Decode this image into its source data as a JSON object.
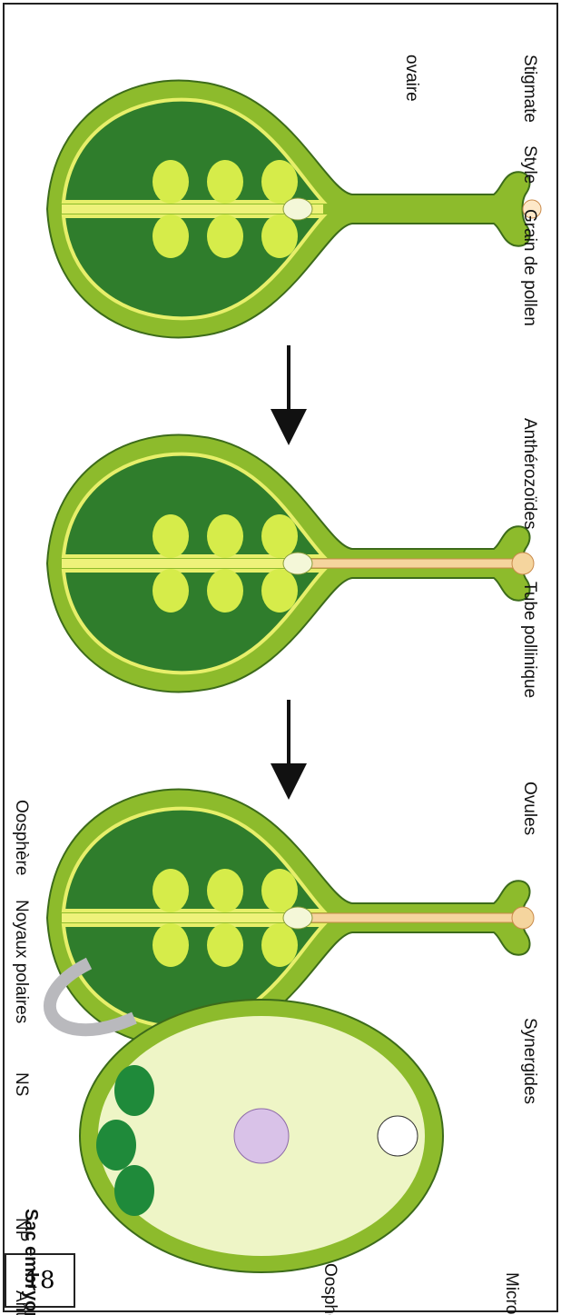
{
  "figure_number": "18",
  "labels": {
    "stigmate": "Stigmate",
    "style": "Style",
    "ovaire": "ovaire",
    "grain_de_pollen": "Grain de pollen",
    "antherozoides": "Anthérozoïdes",
    "tube_pollinique": "Tube pollinique",
    "ovules": "Ovules",
    "oosphere": "Oosphère",
    "noyaux_polaires": "Noyaux polaires",
    "synergides": "Synergides",
    "micropyle": "Micropyle",
    "oosphere_sac": "Oosphère",
    "ns": "NS",
    "np": "NP",
    "antipodes": "Antipodes",
    "sac_embryonnaire": "Sac embryonnaire"
  },
  "colors": {
    "pistil_outer": "#8dbb2c",
    "pistil_inner": "#2f7d2c",
    "ovule": "#d6ec4a",
    "placenta": "#eef27a",
    "tube": "#f5d59e",
    "arrow_grey": "#b9b9bd",
    "antipode": "#1f8a3a",
    "central_cell": "#d9c2e8"
  }
}
